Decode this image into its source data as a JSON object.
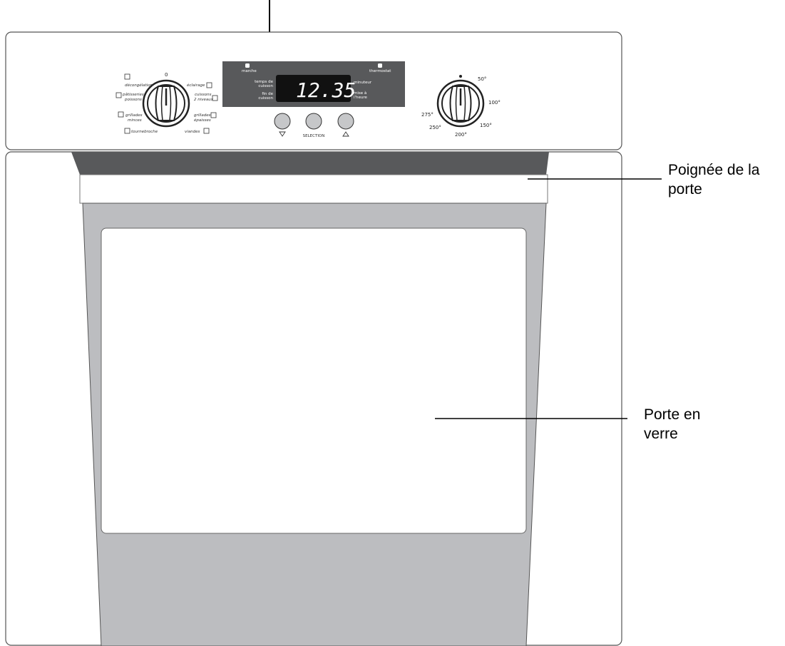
{
  "labels": {
    "door_handle": "Poignée de la porte",
    "glass_door": "Porte en verre"
  },
  "mode_dial": {
    "zero": "0",
    "modes": [
      "décongélation",
      "éclairage",
      "pâtisseries",
      "poissons",
      "cuissons",
      "2 niveaux",
      "grillades",
      "minces",
      "grillades",
      "épaisses",
      "tournebroche",
      "viandes"
    ]
  },
  "display": {
    "marche": "marche",
    "thermostat": "thermostat",
    "time": "12.35",
    "left_top": [
      "temps de",
      "cuisson"
    ],
    "left_bottom": [
      "fin de",
      "cuisson"
    ],
    "right_top": "minuteur",
    "right_bottom": [
      "mise à",
      "l'heure"
    ]
  },
  "buttons": {
    "selection": "SELECTION",
    "down_icon": "down-triangle",
    "up_icon": "up-triangle"
  },
  "temp_dial": {
    "ticks": [
      "50°",
      "100°",
      "150°",
      "200°",
      "250°",
      "275°"
    ]
  },
  "colors": {
    "panel": "#58595b",
    "glass": "#bcbdc0",
    "button": "#c6c7c9"
  }
}
